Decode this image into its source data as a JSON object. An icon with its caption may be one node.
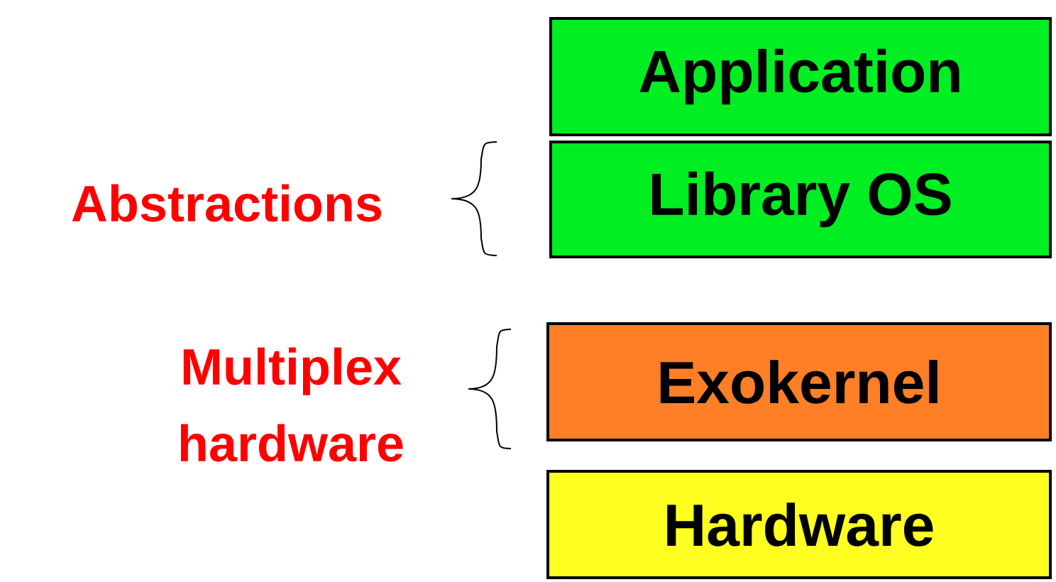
{
  "diagram": {
    "nodes": [
      {
        "text": [
          "Application"
        ]
      },
      {
        "text": [
          "Library OS"
        ]
      },
      {
        "text": [
          "Exokernel"
        ]
      },
      {
        "text": [
          "Hardware"
        ]
      }
    ],
    "labels": [
      "Abstractions",
      "Multiplex hardware"
    ]
  }
}
